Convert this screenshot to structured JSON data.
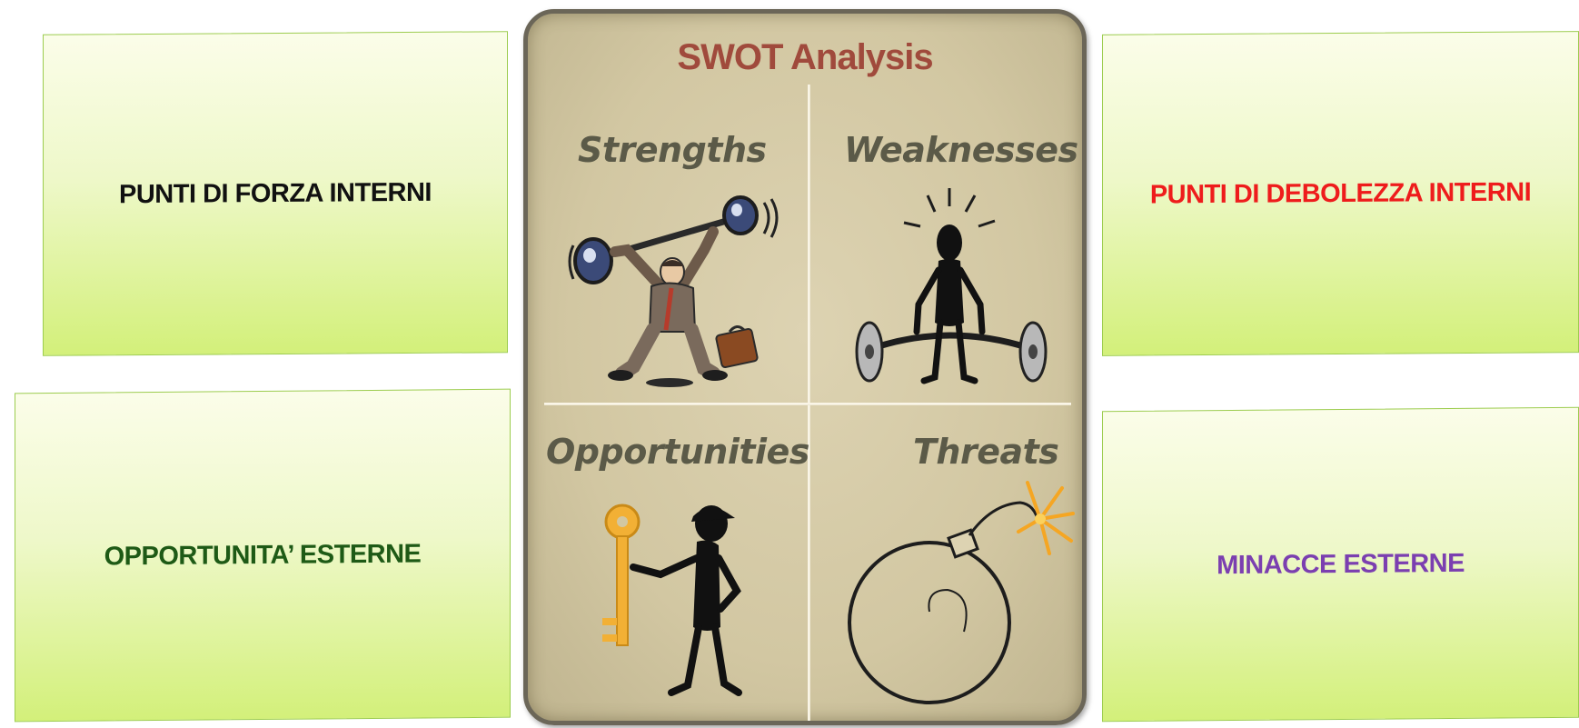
{
  "notes": {
    "top_left": {
      "label": "PUNTI DI FORZA INTERNI",
      "color": "#111111"
    },
    "top_right": {
      "label": "PUNTI DI DEBOLEZZA INTERNI",
      "color": "#ee1c1c"
    },
    "bottom_left": {
      "label": "OPPORTUNITA’ ESTERNE",
      "color": "#1e5a16"
    },
    "bottom_right": {
      "label": "MINACCE ESTERNE",
      "color": "#7b3fb0"
    }
  },
  "swot": {
    "title": "SWOT Analysis",
    "quadrants": [
      {
        "key": "strengths",
        "heading": "Strengths",
        "icon": "weightlifter-businessman-icon"
      },
      {
        "key": "weaknesses",
        "heading": "Weaknesses",
        "icon": "struggling-weightlifter-icon"
      },
      {
        "key": "opportunities",
        "heading": "Opportunities",
        "icon": "person-with-key-icon"
      },
      {
        "key": "threats",
        "heading": "Threats",
        "icon": "lit-bomb-icon"
      }
    ]
  },
  "colors": {
    "note_border": "#9ccc4e",
    "panel_background": "#d2c7a2",
    "panel_border": "#6b6658",
    "title": "#a04a3c",
    "heading": "#5b5a48"
  }
}
